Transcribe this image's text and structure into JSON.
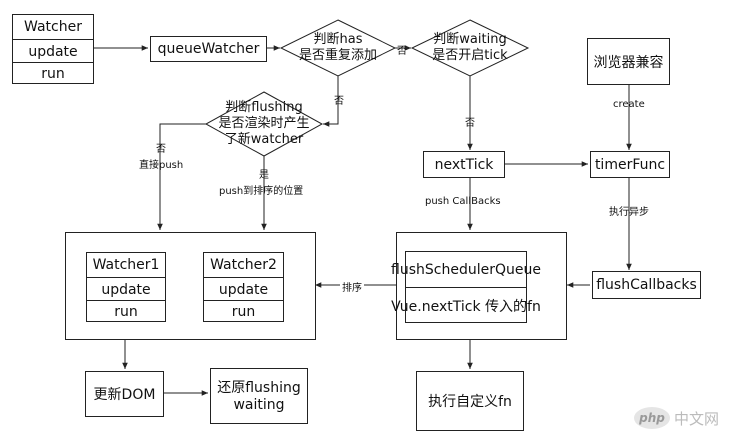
{
  "watcher_box": {
    "title": "Watcher",
    "row1": "update",
    "row2": "run"
  },
  "queue_watcher": "queueWatcher",
  "diamond_has": [
    "判断has",
    "是否重复添加"
  ],
  "diamond_waiting": [
    "判断waiting",
    "是否开启tick"
  ],
  "diamond_flushing": [
    "判断flushing",
    "是否渲染时产生",
    "了新watcher"
  ],
  "browser_compat": "浏览器兼容",
  "edge_labels": {
    "has_no": "否",
    "has_no_down": "否",
    "waiting_no": "否",
    "create": "create",
    "flushing_no": "否",
    "direct_push": "直接push",
    "flushing_yes": "是",
    "push_by_order": "push到排序的位置",
    "push_callbacks": "push CallBacks",
    "async_exec": "执行异步",
    "sort": "排序"
  },
  "next_tick": "nextTick",
  "timer_func": "timerFunc",
  "flush_callbacks": "flushCallbacks",
  "watcher1": {
    "title": "Watcher1",
    "row1": "update",
    "row2": "run"
  },
  "watcher2": {
    "title": "Watcher2",
    "row1": "update",
    "row2": "run"
  },
  "flush_scheduler_queue": "flushSchedulerQueue",
  "vue_next_tick_fn": "Vue.nextTick 传入的fn",
  "update_dom": "更新DOM",
  "restore": [
    "还原flushing",
    "waiting"
  ],
  "exec_custom_fn": "执行自定义fn",
  "watermark": {
    "logo": "php",
    "text": "中文网"
  },
  "colors": {
    "line": "#222222",
    "arrow": "#222222",
    "bg": "#ffffff"
  }
}
